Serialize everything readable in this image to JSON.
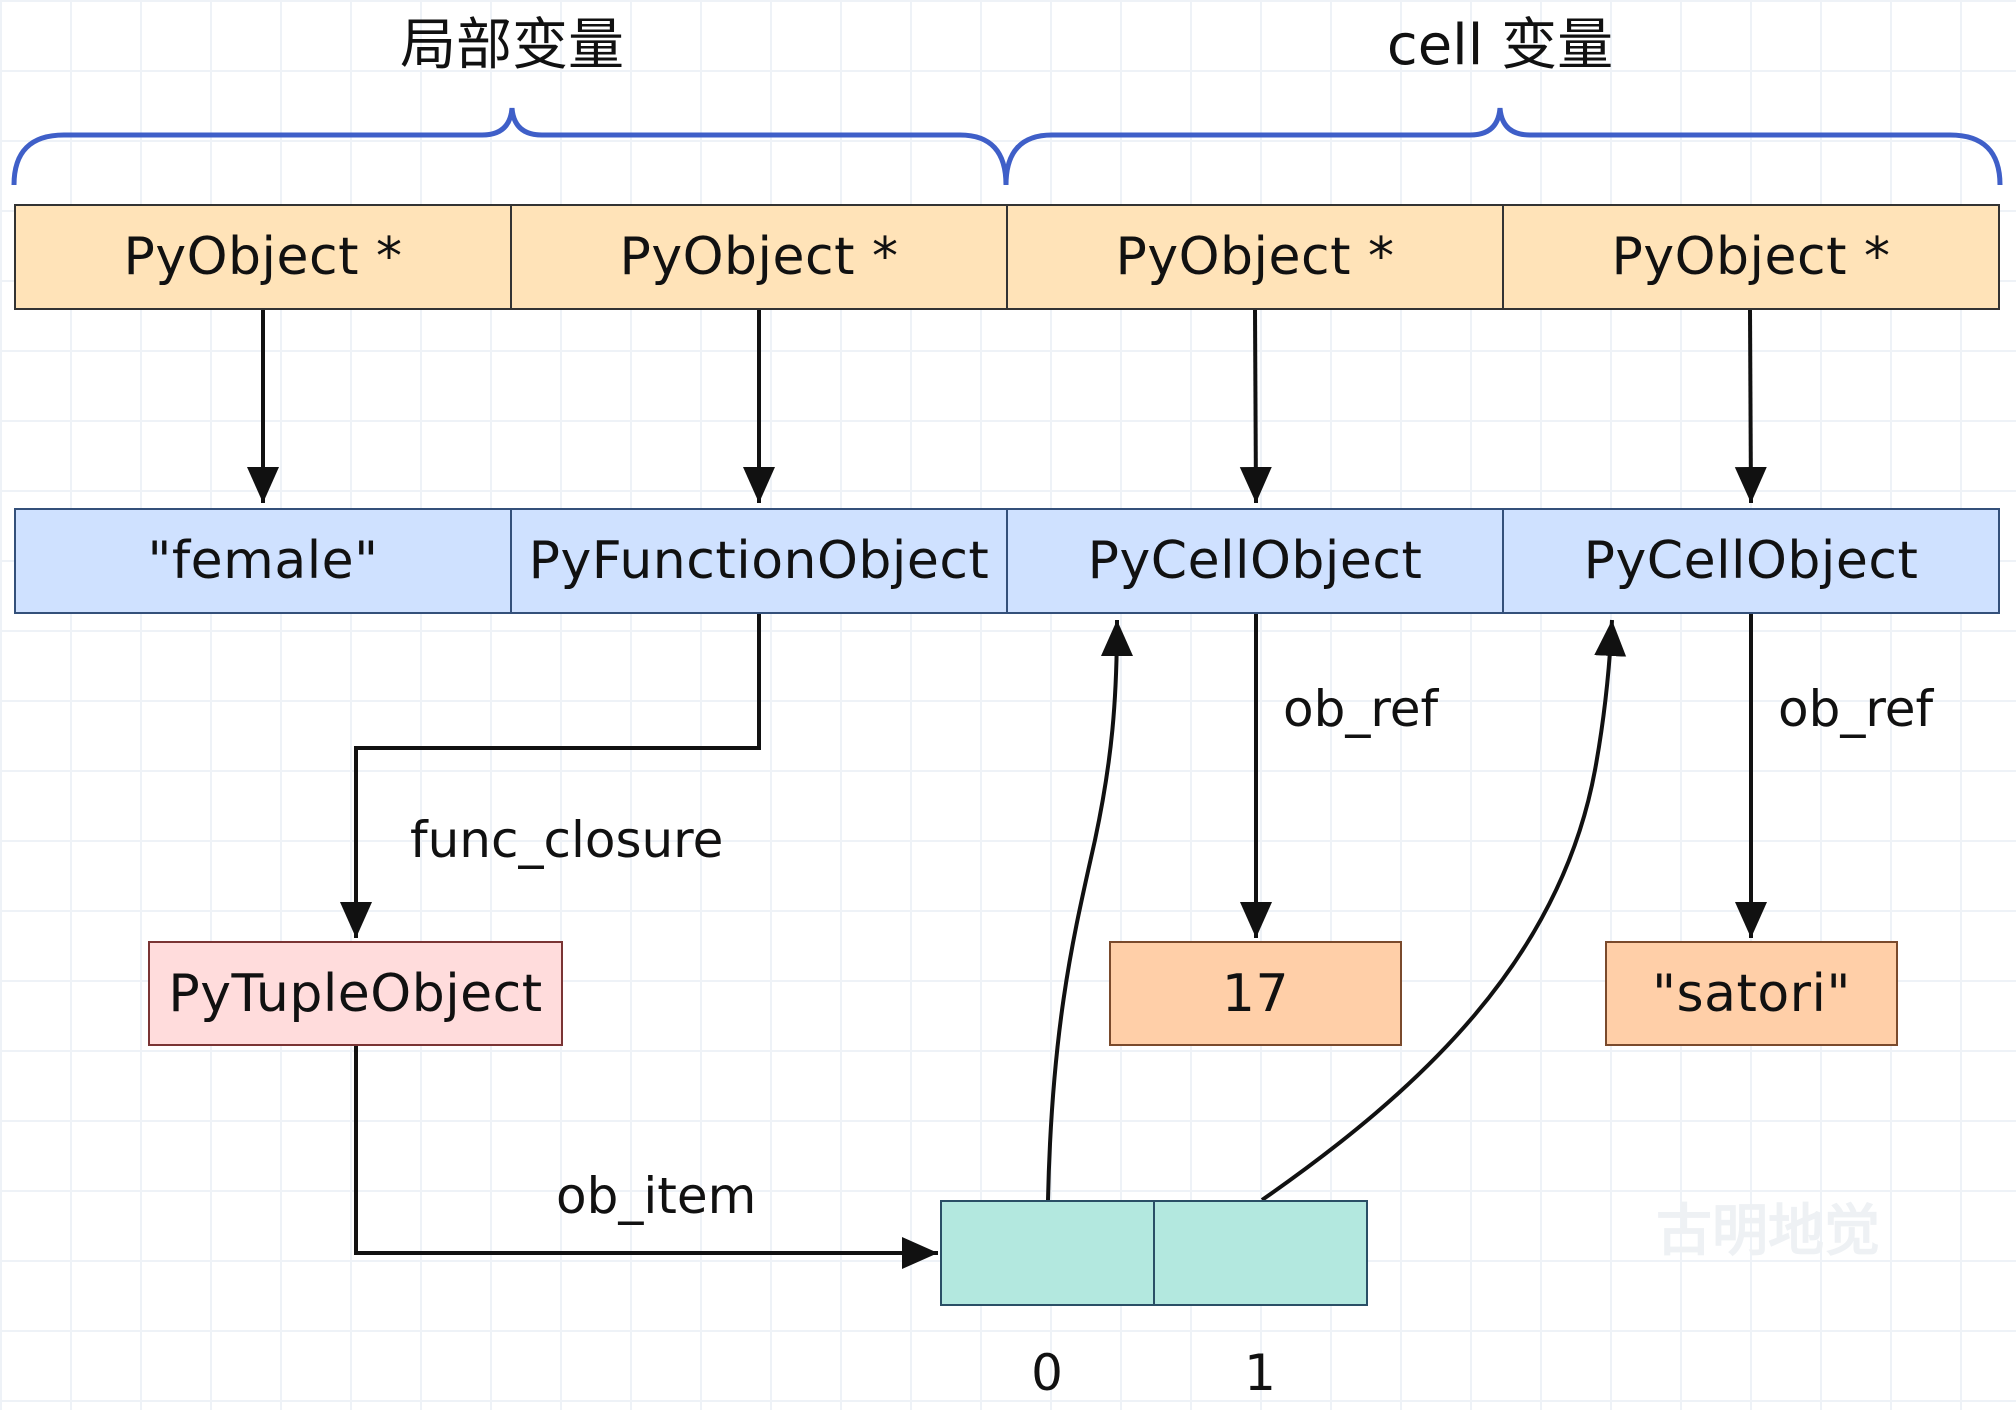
{
  "headers": {
    "locals": "局部变量",
    "cells": "cell 变量"
  },
  "pointer_row": [
    "PyObject *",
    "PyObject *",
    "PyObject *",
    "PyObject *"
  ],
  "object_row": [
    "\"female\"",
    "PyFunctionObject",
    "PyCellObject",
    "PyCellObject"
  ],
  "tuple_object": "PyTupleObject",
  "cell_values": [
    "17",
    "\"satori\""
  ],
  "edge_labels": {
    "func_closure": "func_closure",
    "ob_ref_1": "ob_ref",
    "ob_ref_2": "ob_ref",
    "ob_item": "ob_item"
  },
  "tuple_slots": [
    "",
    ""
  ],
  "tuple_indices": [
    "0",
    "1"
  ],
  "watermark": "古明地觉",
  "colors": {
    "pointer_fill": "#ffe3b8",
    "object_fill": "#cfe1ff",
    "tuple_fill": "#ffdcdc",
    "value_fill": "#ffcfa8",
    "slot_fill": "#b3e8df",
    "brace": "#3f5fc8",
    "arrow": "#111111"
  }
}
